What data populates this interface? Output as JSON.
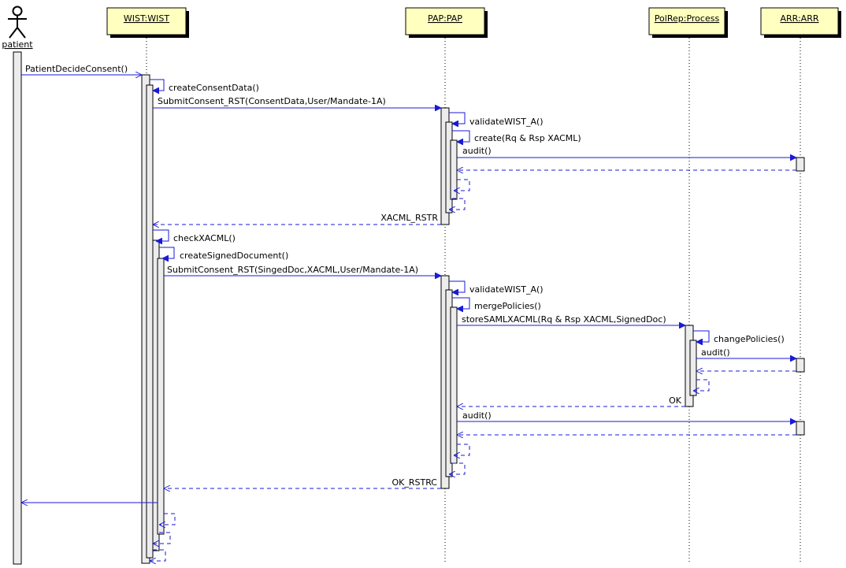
{
  "participants": {
    "patient": "patient",
    "wist": "WIST:WIST",
    "pap": "PAP:PAP",
    "polrep": "PolRep:Process",
    "arr": "ARR:ARR"
  },
  "messages": {
    "m1": "PatientDecideConsent()",
    "m2": "createConsentData()",
    "m3": "SubmitConsent_RST(ConsentData,User/Mandate-1A)",
    "m4": "validateWIST_A()",
    "m5": "create(Rq & Rsp XACML)",
    "m6": "audit()",
    "m7": "XACML_RSTR",
    "m8": "checkXACML()",
    "m9": "createSignedDocument()",
    "m10": "SubmitConsent_RST(SingedDoc,XACML,User/Mandate-1A)",
    "m11": "validateWIST_A()",
    "m12": "mergePolicies()",
    "m13": "storeSAMLXACML(Rq & Rsp XACML,SignedDoc)",
    "m14": "changePolicies()",
    "m15": "audit()",
    "m16": "OK",
    "m17": "audit()",
    "m18": "OK_RSTRC"
  }
}
